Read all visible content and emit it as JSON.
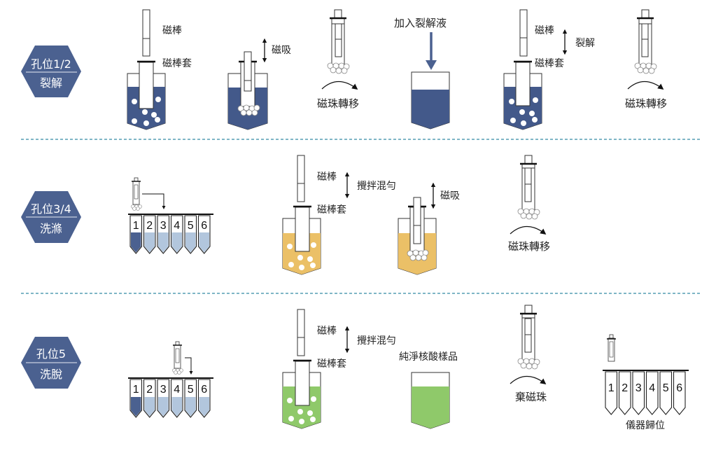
{
  "colors": {
    "hexagon": "#4b6190",
    "lysis_liquid": "#43598a",
    "wash_liquid": "#ebc067",
    "elution_liquid": "#8fc96a",
    "tube_first": "#4b6190",
    "tube_other": "#b2c6dd",
    "divider": "#7fb6c6",
    "arrow_blue": "#4b6190"
  },
  "sections": [
    {
      "id": "lysis",
      "badge": {
        "line1": "孔位1/2",
        "line2": "裂解"
      },
      "labels": {
        "rod": "磁棒",
        "sleeve": "磁棒套",
        "adsorb": "磁吸",
        "transfer1": "磁珠轉移",
        "add_buffer": "加入裂解液",
        "rod2": "磁棒",
        "sleeve2": "磁棒套",
        "lyse": "裂解",
        "transfer2": "磁珠轉移"
      }
    },
    {
      "id": "wash",
      "badge": {
        "line1": "孔位3/4",
        "line2": "洗滌"
      },
      "strip": {
        "wells": [
          "1",
          "2",
          "3",
          "4",
          "5",
          "6"
        ],
        "target_well": "3"
      },
      "labels": {
        "rod": "磁棒",
        "sleeve": "磁棒套",
        "mix": "攪拌混勻",
        "adsorb": "磁吸",
        "transfer": "磁珠轉移"
      }
    },
    {
      "id": "elution",
      "badge": {
        "line1": "孔位5",
        "line2": "洗脫"
      },
      "strip": {
        "wells": [
          "1",
          "2",
          "3",
          "4",
          "5",
          "6"
        ],
        "target_well": "5"
      },
      "labels": {
        "rod": "磁棒",
        "sleeve": "磁棒套",
        "mix": "攪拌混勻",
        "product": "純淨核酸樣品",
        "discard": "棄磁珠",
        "reset": "儀器歸位"
      },
      "reset_strip": {
        "wells": [
          "1",
          "2",
          "3",
          "4",
          "5",
          "6"
        ]
      }
    }
  ]
}
